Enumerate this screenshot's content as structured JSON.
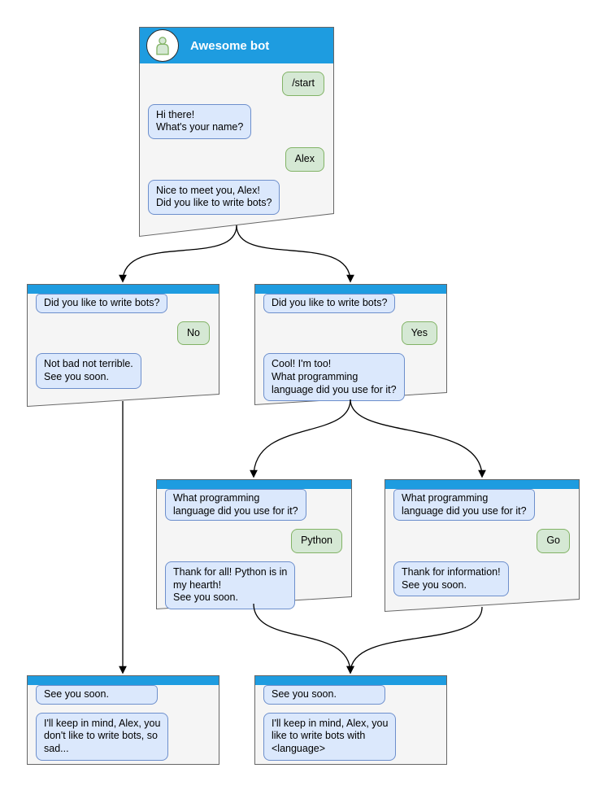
{
  "colors": {
    "accent_blue": "#1E9CE0",
    "window_bg": "#F5F5F5",
    "window_border": "#666666",
    "bubble_bot_bg": "#DBE8FC",
    "bubble_bot_border": "#6D8FCC",
    "bubble_user_bg": "#D5E8D4",
    "bubble_user_border": "#82B366",
    "arrow": "#000000",
    "title_text": "#FFFFFF"
  },
  "windows": [
    {
      "id": "main",
      "title": "Awesome bot",
      "avatar": "person-icon",
      "messages": [
        {
          "from": "user",
          "text": "/start"
        },
        {
          "from": "bot",
          "text": "Hi there!\nWhat's your name?"
        },
        {
          "from": "user",
          "text": "Alex"
        },
        {
          "from": "bot",
          "text": "Nice to meet you, Alex!\nDid you like to write bots?"
        }
      ]
    },
    {
      "id": "branch-no",
      "messages": [
        {
          "from": "bot",
          "attached": true,
          "text": "Did you like to write bots?"
        },
        {
          "from": "user",
          "text": "No"
        },
        {
          "from": "bot",
          "text": "Not bad not terrible.\nSee you soon."
        }
      ]
    },
    {
      "id": "branch-yes",
      "messages": [
        {
          "from": "bot",
          "attached": true,
          "text": "Did you like to write bots?"
        },
        {
          "from": "user",
          "text": "Yes"
        },
        {
          "from": "bot",
          "text": "Cool! I'm too!\nWhat programming\nlanguage did you use for it?"
        }
      ]
    },
    {
      "id": "lang-python",
      "messages": [
        {
          "from": "bot",
          "attached": true,
          "text": "What programming\nlanguage did you use for it?"
        },
        {
          "from": "user",
          "text": "Python"
        },
        {
          "from": "bot",
          "text": "Thank for all! Python is in\nmy hearth!\nSee you soon."
        }
      ]
    },
    {
      "id": "lang-go",
      "messages": [
        {
          "from": "bot",
          "attached": true,
          "text": "What programming\nlanguage did you use for it?"
        },
        {
          "from": "user",
          "text": "Go"
        },
        {
          "from": "bot",
          "text": "Thank for information!\nSee you soon."
        }
      ]
    },
    {
      "id": "end-no",
      "messages": [
        {
          "from": "bot",
          "attached": true,
          "wide": true,
          "text": "See you soon."
        },
        {
          "from": "bot",
          "text": "I'll keep in mind, Alex, you\ndon't like to write bots, so\nsad..."
        }
      ]
    },
    {
      "id": "end-yes",
      "messages": [
        {
          "from": "bot",
          "attached": true,
          "wide": true,
          "text": "See you soon."
        },
        {
          "from": "bot",
          "text": "I'll keep in mind, Alex, you\nlike to write bots with\n<language>"
        }
      ]
    }
  ]
}
